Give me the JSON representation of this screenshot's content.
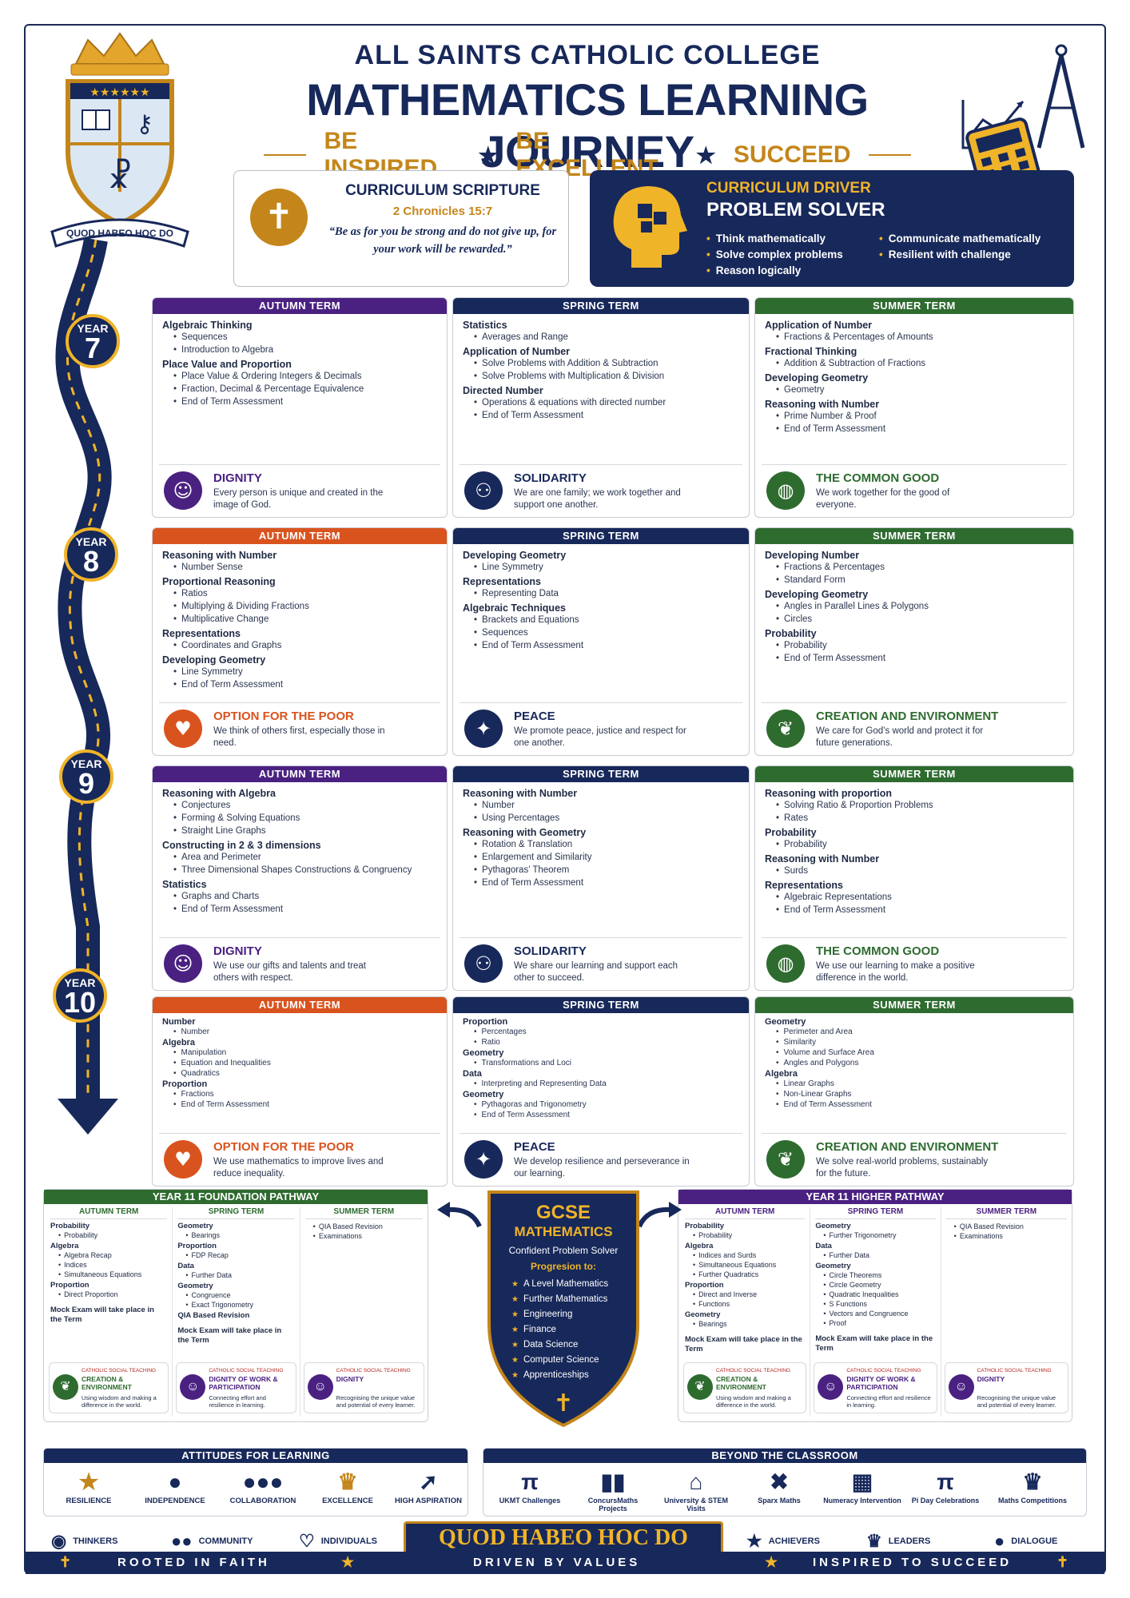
{
  "header": {
    "school": "ALL SAINTS CATHOLIC COLLEGE",
    "title": "MATHEMATICS LEARNING JOURNEY",
    "motto": [
      "BE INSPIRED",
      "BE EXCELLENT",
      "SUCCEED"
    ],
    "crest_banner": "QUOD HABEO HOC DO"
  },
  "scripture": {
    "heading": "CURRICULUM SCRIPTURE",
    "reference": "2 Chronicles 15:7",
    "quote": "“Be as for you be strong and do not give up, for your work will be rewarded.”"
  },
  "driver": {
    "label": "CURRICULUM DRIVER",
    "title": "PROBLEM SOLVER",
    "left": [
      "Think mathematically",
      "Solve complex problems",
      "Reason logically"
    ],
    "right": [
      "Communicate mathematically",
      "Resilient with challenge"
    ]
  },
  "years": [
    {
      "label": "YEAR",
      "num": "7",
      "terms": [
        {
          "name": "AUTUMN TERM",
          "groups": [
            {
              "cat": "Algebraic Thinking",
              "items": [
                "Sequences",
                "Introduction to Algebra"
              ]
            },
            {
              "cat": "Place Value and Proportion",
              "items": [
                "Place Value & Ordering Integers & Decimals",
                "Fraction, Decimal & Percentage Equivalence",
                "End of Term Assessment"
              ]
            }
          ],
          "value": {
            "title": "DIGNITY",
            "desc": "Every person is unique and created in the image of God."
          }
        },
        {
          "name": "SPRING TERM",
          "groups": [
            {
              "cat": "Statistics",
              "items": [
                "Averages and Range"
              ]
            },
            {
              "cat": "Application of Number",
              "items": [
                "Solve Problems with Addition & Subtraction",
                "Solve Problems with Multiplication & Division"
              ]
            },
            {
              "cat": "Directed Number",
              "items": [
                "Operations & equations with directed number",
                "End of Term Assessment"
              ]
            }
          ],
          "value": {
            "title": "SOLIDARITY",
            "desc": "We are one family; we work together and support one another."
          }
        },
        {
          "name": "SUMMER TERM",
          "groups": [
            {
              "cat": "Application of Number",
              "items": [
                "Fractions & Percentages of Amounts"
              ]
            },
            {
              "cat": "Fractional Thinking",
              "items": [
                "Addition & Subtraction of Fractions"
              ]
            },
            {
              "cat": "Developing Geometry",
              "items": [
                "Geometry"
              ]
            },
            {
              "cat": "Reasoning with Number",
              "items": [
                "Prime Number & Proof",
                "End of Term Assessment"
              ]
            }
          ],
          "value": {
            "title": "THE COMMON GOOD",
            "desc": "We work together for the good of everyone."
          }
        }
      ]
    },
    {
      "label": "YEAR",
      "num": "8",
      "terms": [
        {
          "name": "AUTUMN TERM",
          "groups": [
            {
              "cat": "Reasoning with Number",
              "items": [
                "Number Sense"
              ]
            },
            {
              "cat": "Proportional Reasoning",
              "items": [
                "Ratios",
                "Multiplying & Dividing Fractions",
                "Multiplicative Change"
              ]
            },
            {
              "cat": "Representations",
              "items": [
                "Coordinates and Graphs"
              ]
            },
            {
              "cat": "Developing Geometry",
              "items": [
                "Line Symmetry",
                "End of Term Assessment"
              ]
            }
          ],
          "value": {
            "title": "OPTION FOR THE POOR",
            "desc": "We think of others first, especially those in need."
          }
        },
        {
          "name": "SPRING TERM",
          "groups": [
            {
              "cat": "Developing Geometry",
              "items": [
                "Line Symmetry"
              ]
            },
            {
              "cat": "Representations",
              "items": [
                "Representing Data"
              ]
            },
            {
              "cat": "Algebraic Techniques",
              "items": [
                "Brackets and Equations",
                "Sequences",
                "End of Term Assessment"
              ]
            }
          ],
          "value": {
            "title": "PEACE",
            "desc": "We promote peace, justice and respect for one another."
          }
        },
        {
          "name": "SUMMER TERM",
          "groups": [
            {
              "cat": "Developing Number",
              "items": [
                "Fractions & Percentages",
                "Standard Form"
              ]
            },
            {
              "cat": "Developing Geometry",
              "items": [
                "Angles in Parallel Lines & Polygons",
                "Circles"
              ]
            },
            {
              "cat": "Probability",
              "items": [
                "Probability",
                "End of Term Assessment"
              ]
            }
          ],
          "value": {
            "title": "CREATION AND ENVIRONMENT",
            "desc": "We care for God’s world and protect it for future generations."
          }
        }
      ]
    },
    {
      "label": "YEAR",
      "num": "9",
      "terms": [
        {
          "name": "AUTUMN TERM",
          "groups": [
            {
              "cat": "Reasoning with Algebra",
              "items": [
                "Conjectures",
                "Forming & Solving Equations",
                "Straight Line Graphs"
              ]
            },
            {
              "cat": "Constructing in 2 & 3 dimensions",
              "items": [
                "Area and Perimeter",
                "Three Dimensional Shapes Constructions & Congruency"
              ]
            },
            {
              "cat": "Statistics",
              "items": [
                "Graphs and Charts",
                "End of Term Assessment"
              ]
            }
          ],
          "value": {
            "title": "DIGNITY",
            "desc": "We use our gifts and talents and treat others with respect."
          }
        },
        {
          "name": "SPRING TERM",
          "groups": [
            {
              "cat": "Reasoning with Number",
              "items": [
                "Number",
                "Using Percentages"
              ]
            },
            {
              "cat": "Reasoning with Geometry",
              "items": [
                "Rotation & Translation",
                "Enlargement and Similarity",
                "Pythagoras’ Theorem",
                "End of Term Assessment"
              ]
            }
          ],
          "value": {
            "title": "SOLIDARITY",
            "desc": "We share our learning and support each other to succeed."
          }
        },
        {
          "name": "SUMMER TERM",
          "groups": [
            {
              "cat": "Reasoning with proportion",
              "items": [
                "Solving Ratio & Proportion Problems",
                "Rates"
              ]
            },
            {
              "cat": "Probability",
              "items": [
                "Probability"
              ]
            },
            {
              "cat": "Reasoning with Number",
              "items": [
                "Surds"
              ]
            },
            {
              "cat": "Representations",
              "items": [
                "Algebraic Representations",
                "End of Term Assessment"
              ]
            }
          ],
          "value": {
            "title": "THE COMMON GOOD",
            "desc": "We use our learning to make a positive difference in the world."
          }
        }
      ]
    },
    {
      "label": "YEAR",
      "num": "10",
      "terms": [
        {
          "name": "AUTUMN TERM",
          "groups": [
            {
              "cat": "Number",
              "items": [
                "Number"
              ]
            },
            {
              "cat": "Algebra",
              "items": [
                "Manipulation",
                "Equation and Inequalities",
                "Quadratics"
              ]
            },
            {
              "cat": "Proportion",
              "items": [
                "Fractions",
                "End of Term Assessment"
              ]
            }
          ],
          "value": {
            "title": "OPTION FOR THE POOR",
            "desc": "We use mathematics to improve lives and reduce inequality."
          }
        },
        {
          "name": "SPRING TERM",
          "groups": [
            {
              "cat": "Proportion",
              "items": [
                "Percentages",
                "Ratio"
              ]
            },
            {
              "cat": "Geometry",
              "items": [
                "Transformations and Loci"
              ]
            },
            {
              "cat": "Data",
              "items": [
                "Interpreting and Representing Data"
              ]
            },
            {
              "cat": "Geometry",
              "items": [
                "Pythagoras and Trigonometry",
                "End of Term Assessment"
              ]
            }
          ],
          "value": {
            "title": "PEACE",
            "desc": "We develop resilience and perseverance in our learning."
          }
        },
        {
          "name": "SUMMER TERM",
          "groups": [
            {
              "cat": "Geometry",
              "items": [
                "Perimeter and Area",
                "Similarity",
                "Volume and Surface Area",
                "Angles and Polygons"
              ]
            },
            {
              "cat": "Algebra",
              "items": [
                "Linear Graphs",
                "Non-Linear Graphs",
                "End of Term Assessment"
              ]
            }
          ],
          "value": {
            "title": "CREATION AND ENVIRONMENT",
            "desc": "We solve real-world problems, sustainably for the future."
          }
        }
      ]
    }
  ],
  "year11_foundation": {
    "title": "YEAR 11 FOUNDATION PATHWAY",
    "cols": [
      {
        "name": "AUTUMN TERM",
        "groups": [
          {
            "cat": "Probability",
            "items": [
              "Probability"
            ]
          },
          {
            "cat": "Algebra",
            "items": [
              "Algebra Recap",
              "Indices",
              "Simultaneous Equations"
            ]
          },
          {
            "cat": "Proportion",
            "items": [
              "Direct Proportion"
            ]
          }
        ],
        "note": "Mock Exam will take place in the Term",
        "cst": {
          "label": "CATHOLIC SOCIAL TEACHING",
          "name": "CREATION & ENVIRONMENT",
          "desc": "Using wisdom and making a difference in the world."
        }
      },
      {
        "name": "SPRING TERM",
        "groups": [
          {
            "cat": "Geometry",
            "items": [
              "Bearings"
            ]
          },
          {
            "cat": "Proportion",
            "items": [
              "FDP Recap"
            ]
          },
          {
            "cat": "Data",
            "items": [
              "Further Data"
            ]
          },
          {
            "cat": "Geometry",
            "items": [
              "Congruence",
              "Exact Trigonometry"
            ]
          },
          {
            "cat": "QIA Based Revision",
            "items": []
          }
        ],
        "note": "Mock Exam will take place in the Term",
        "cst": {
          "label": "CATHOLIC SOCIAL TEACHING",
          "name": "DIGNITY OF WORK & PARTICIPATION",
          "desc": "Connecting effort and resilience in learning."
        }
      },
      {
        "name": "SUMMER TERM",
        "groups": [
          {
            "cat": "",
            "items": [
              "QIA Based Revision",
              "Examinations"
            ]
          }
        ],
        "note": "",
        "cst": {
          "label": "CATHOLIC SOCIAL TEACHING",
          "name": "DIGNITY",
          "desc": "Recognising the unique value and potential of every learner."
        }
      }
    ]
  },
  "year11_higher": {
    "title": "YEAR 11 HIGHER PATHWAY",
    "cols": [
      {
        "name": "AUTUMN TERM",
        "groups": [
          {
            "cat": "Probability",
            "items": [
              "Probability"
            ]
          },
          {
            "cat": "Algebra",
            "items": [
              "Indices and Surds",
              "Simultaneous Equations",
              "Further Quadratics"
            ]
          },
          {
            "cat": "Proportion",
            "items": [
              "Direct and Inverse",
              "Functions"
            ]
          },
          {
            "cat": "Geometry",
            "items": [
              "Bearings"
            ]
          }
        ],
        "note": "Mock Exam will take place in the Term",
        "cst": {
          "label": "CATHOLIC SOCIAL TEACHING",
          "name": "CREATION & ENVIRONMENT",
          "desc": "Using wisdom and making a difference in the world."
        }
      },
      {
        "name": "SPRING TERM",
        "groups": [
          {
            "cat": "Geometry",
            "items": [
              "Further Trigonometry"
            ]
          },
          {
            "cat": "Data",
            "items": [
              "Further Data"
            ]
          },
          {
            "cat": "Geometry",
            "items": [
              "Circle Theorems",
              "Circle Geometry",
              "Quadratic Inequalities",
              "S Functions",
              "Vectors and Congruence",
              "Proof"
            ]
          }
        ],
        "note": "Mock Exam will take place in the Term",
        "cst": {
          "label": "CATHOLIC SOCIAL TEACHING",
          "name": "DIGNITY OF WORK & PARTICIPATION",
          "desc": "Connecting effort and resilience in learning."
        }
      },
      {
        "name": "SUMMER TERM",
        "groups": [
          {
            "cat": "",
            "items": [
              "QIA Based Revision",
              "Examinations"
            ]
          }
        ],
        "note": "",
        "cst": {
          "label": "CATHOLIC SOCIAL TEACHING",
          "name": "DIGNITY",
          "desc": "Recognising the unique value and potential of every learner."
        }
      }
    ]
  },
  "gcse": {
    "title": "GCSE",
    "subtitle": "MATHEMATICS",
    "tag": "Confident Problem Solver",
    "prog_label": "Progresion to:",
    "items": [
      "A Level Mathematics",
      "Further Mathematics",
      "Engineering",
      "Finance",
      "Data Science",
      "Computer Science",
      "Apprenticeships"
    ]
  },
  "attitudes": {
    "title": "ATTITUDES FOR LEARNING",
    "items": [
      {
        "icon": "star-icon",
        "label": "RESILIENCE"
      },
      {
        "icon": "person-icon",
        "label": "INDEPENDENCE"
      },
      {
        "icon": "group-icon",
        "label": "COLLABORATION"
      },
      {
        "icon": "trophy-icon",
        "label": "EXCELLENCE"
      },
      {
        "icon": "arrow-icon",
        "label": "HIGH ASPIRATION"
      }
    ]
  },
  "beyond": {
    "title": "BEYOND THE CLASSROOM",
    "items": [
      {
        "icon": "pi-icon",
        "label": "UKMT Challenges"
      },
      {
        "icon": "bar-chart-icon",
        "label": "ConcursMaths Projects"
      },
      {
        "icon": "university-icon",
        "label": "University & STEM Visits"
      },
      {
        "icon": "tools-icon",
        "label": "Sparx Maths"
      },
      {
        "icon": "calculator-icon",
        "label": "Numeracy Intervention"
      },
      {
        "icon": "pi-icon",
        "label": "Pi Day Celebrations"
      },
      {
        "icon": "trophy-icon",
        "label": "Maths Competitions"
      }
    ]
  },
  "strip": {
    "left": [
      "THINKERS",
      "COMMUNITY",
      "INDIVIDUALS"
    ],
    "center": "QUOD HABEO HOC DO",
    "right": [
      "ACHIEVERS",
      "LEADERS",
      "DIALOGUE"
    ]
  },
  "footer": [
    "ROOTED IN FAITH",
    "DRIVEN BY VALUES",
    "INSPIRED TO SUCCEED"
  ],
  "colors": {
    "navy": "#17285a",
    "gold": "#c4861a",
    "purple": "#4a2181",
    "orange": "#d9531e",
    "green": "#2e6b2f"
  }
}
